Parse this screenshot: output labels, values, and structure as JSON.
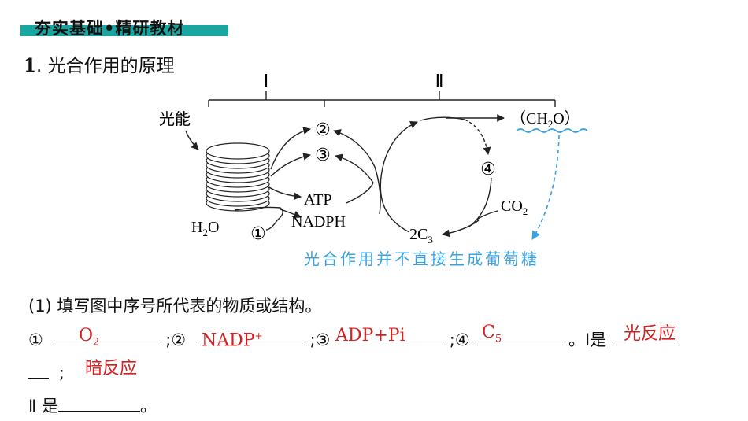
{
  "header": {
    "title": "夯实基础•精研教材"
  },
  "section": {
    "number": "1",
    "title": ". 光合作用的原理"
  },
  "diagram": {
    "stage_I": "Ⅰ",
    "stage_II": "Ⅱ",
    "light_label": "光能",
    "h2o": "H",
    "h2o_sub": "2",
    "h2o_tail": "O",
    "n1": "①",
    "n2": "②",
    "n3": "③",
    "n4": "④",
    "atp": "ATP",
    "nadph": "NADPH",
    "ch2o_a": "（CH",
    "ch2o_sub": "2",
    "ch2o_b": "O）",
    "co2_a": "CO",
    "co2_sub": "2",
    "c3_a": "2C",
    "c3_sub": "3",
    "note": "光合作用并不直接生成葡萄糖"
  },
  "question": {
    "prompt": "(1) 填写图中序号所代表的物质或结构。",
    "b1_num": "①",
    "sep2": ";②",
    "sep3": ";③",
    "sep4": ";④",
    "tail1": "。Ⅰ是",
    "semi": ";",
    "line3": "Ⅱ 是",
    "period": "。"
  },
  "answers": {
    "a1": "O",
    "a1_sub": "2",
    "a2": "NADP",
    "a2_sup": "+",
    "a3": "ADP+Pi",
    "a4": "C",
    "a4_sub": "5",
    "a5": "光反应",
    "a6": "暗反应"
  }
}
